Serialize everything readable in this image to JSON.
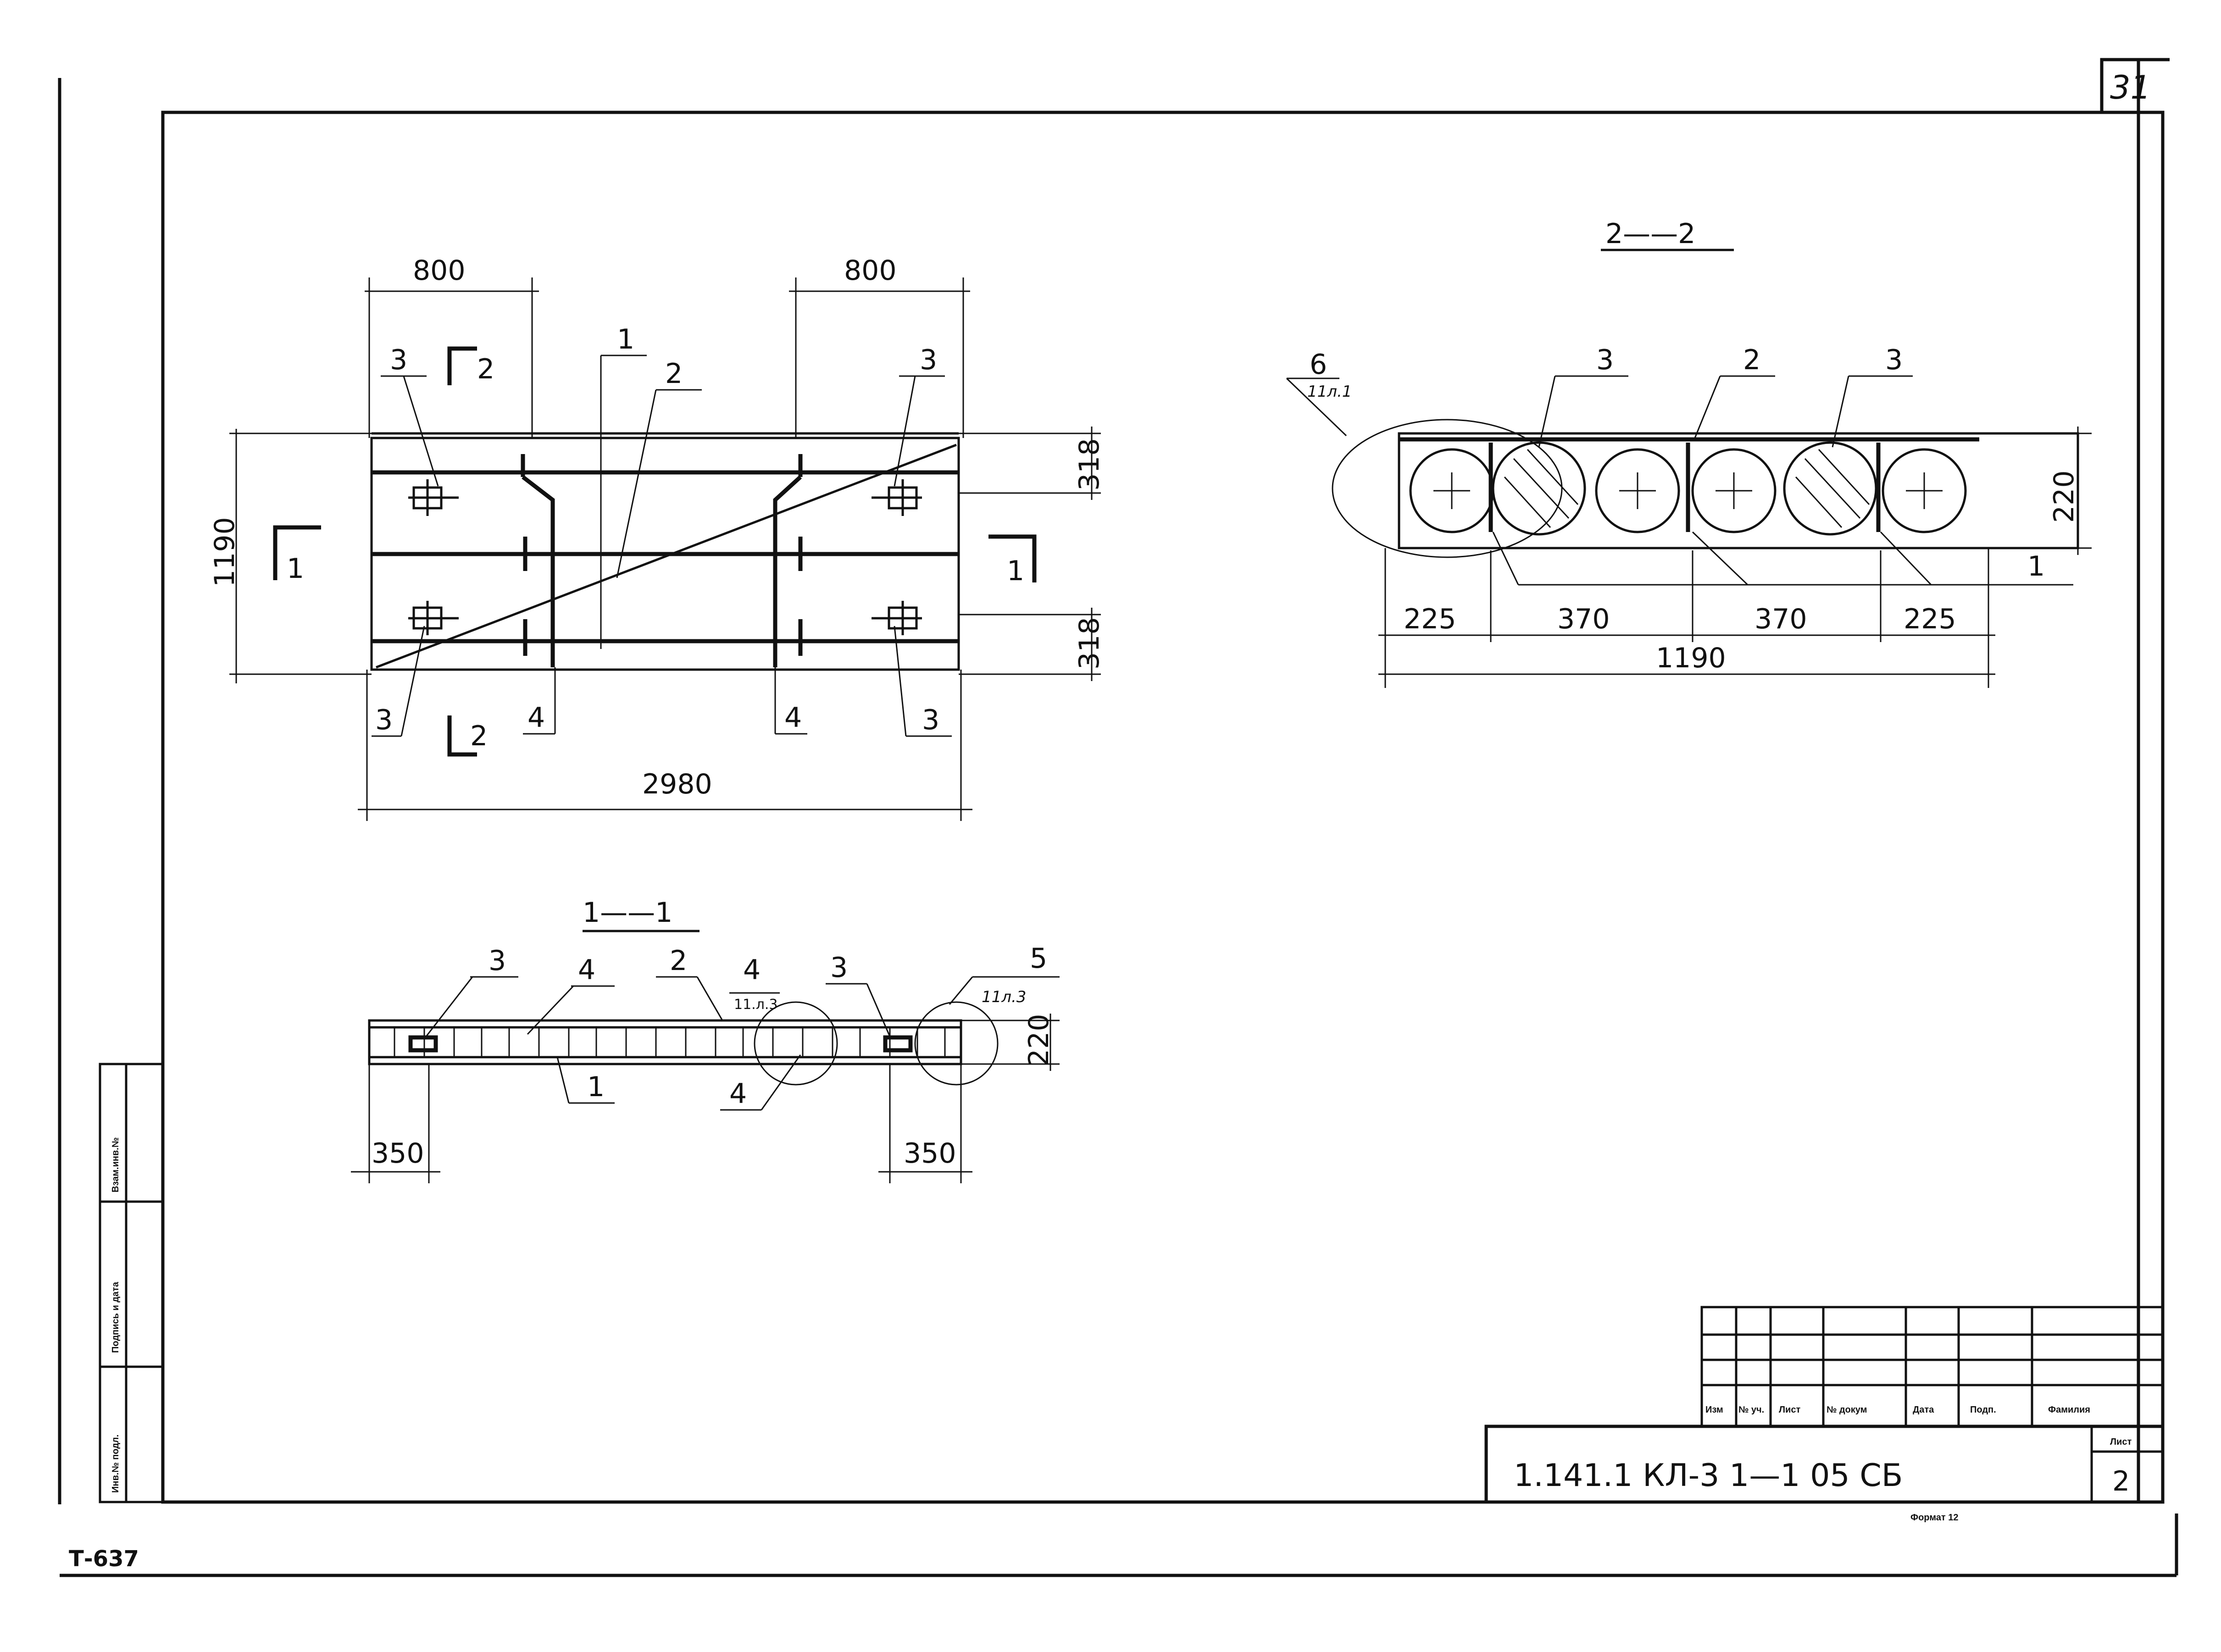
{
  "sheet": {
    "page_number": "31",
    "stamp_code": "Т-637",
    "format_label": "Формат 12"
  },
  "left_stamp": {
    "inv_podl": "Инв.№ подл.",
    "podpis_data": "Подпись и дата",
    "vzam_inv": "Взам.инв.№"
  },
  "title_block": {
    "headers": [
      "Изм",
      "№ уч.",
      "Лист",
      "№ докум",
      "Дата",
      "Подп.",
      "Фамилия"
    ],
    "document_code": "1.141.1 КЛ-3   1—1   05 СБ",
    "sheet_label": "Лист",
    "sheet_value": "2"
  },
  "plan_view": {
    "dim_left_top": "800",
    "dim_right_top": "800",
    "dim_height": "1190",
    "dim_length": "2980",
    "dim_318_top": "318",
    "dim_318_bottom": "318",
    "callout_1": "1",
    "callout_2": "2",
    "callout_3a": "3",
    "callout_3b": "3",
    "callout_3c": "3",
    "callout_3d": "3",
    "callout_4a": "4",
    "callout_4b": "4",
    "section_2_top": "2",
    "section_2_bottom": "2",
    "section_1_left": "1",
    "section_1_right": "1"
  },
  "section_1_1": {
    "title": "1——1",
    "callout_3a": "3",
    "callout_4a": "4",
    "callout_2": "2",
    "callout_4b": "4",
    "ref_4b": "11.л.3",
    "callout_3b": "3",
    "callout_5": "5",
    "ref_5": "11л.3",
    "callout_1": "1",
    "callout_4c": "4",
    "dim_height": "220",
    "dim_left": "350",
    "dim_right": "350"
  },
  "section_2_2": {
    "title": "2——2",
    "callout_6": "6",
    "ref_6": "11л.1",
    "callout_3a": "3",
    "callout_2": "2",
    "callout_3b": "3",
    "callout_1": "1",
    "dim_height": "220",
    "dim_225a": "225",
    "dim_370a": "370",
    "dim_370b": "370",
    "dim_225b": "225",
    "dim_total": "1190"
  }
}
